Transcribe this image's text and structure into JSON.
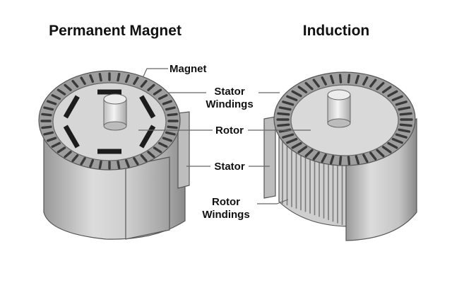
{
  "titles": {
    "left": "Permanent Magnet",
    "right": "Induction"
  },
  "labels": {
    "magnet": "Magnet",
    "stator_windings_line1": "Stator",
    "stator_windings_line2": "Windings",
    "rotor": "Rotor",
    "stator": "Stator",
    "rotor_windings_line1": "Rotor",
    "rotor_windings_line2": "Windings"
  },
  "colors": {
    "body_light": "#d9d9d9",
    "body_mid": "#b5b5b5",
    "body_dark": "#8f8f8f",
    "slot": "#3a3a3a",
    "magnet": "#1c1c1c",
    "outline": "#555555"
  }
}
